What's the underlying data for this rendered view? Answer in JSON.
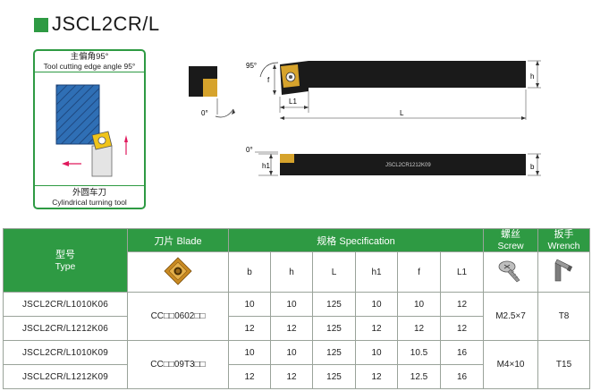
{
  "title": "JSCL2CR/L",
  "info_box": {
    "top_cn": "主偏角95°",
    "top_en": "Tool cutting edge angle 95°",
    "bottom_cn": "外圆车刀",
    "bottom_en": "Cylindrical turning tool"
  },
  "drawing": {
    "angle_95": "95°",
    "angle_0_side": "0°",
    "angle_0_bottom": "0°",
    "dim_f": "f",
    "dim_h": "h",
    "dim_l1": "L1",
    "dim_l": "L",
    "dim_h1": "h1",
    "dim_b": "b",
    "shank_marking": "JSCL2CR1212K09"
  },
  "table": {
    "headers": {
      "type_cn": "型号",
      "type_en": "Type",
      "blade": "刀片 Blade",
      "spec": "规格 Specification",
      "screw_cn": "螺丝",
      "screw_en": "Screw",
      "wrench_cn": "扳手",
      "wrench_en": "Wrench"
    },
    "columns": [
      "b",
      "h",
      "L",
      "h1",
      "f",
      "L1"
    ],
    "rows": [
      {
        "type": "JSCL2CR/L1010K06",
        "b": "10",
        "h": "10",
        "L": "125",
        "h1": "10",
        "f": "10",
        "L1": "12"
      },
      {
        "type": "JSCL2CR/L1212K06",
        "b": "12",
        "h": "12",
        "L": "125",
        "h1": "12",
        "f": "12",
        "L1": "12"
      },
      {
        "type": "JSCL2CR/L1010K09",
        "b": "10",
        "h": "10",
        "L": "125",
        "h1": "10",
        "f": "10.5",
        "L1": "16"
      },
      {
        "type": "JSCL2CR/L1212K09",
        "b": "12",
        "h": "12",
        "L": "125",
        "h1": "12",
        "f": "12.5",
        "L1": "16"
      }
    ],
    "groups": [
      {
        "blade": "CC□□0602□□",
        "screw": "M2.5×7",
        "wrench": "T8"
      },
      {
        "blade": "CC□□09T3□□",
        "screw": "M4×10",
        "wrench": "T15"
      }
    ]
  },
  "icons": {
    "blade_image": "insert-icon",
    "screw_image": "screw-icon",
    "wrench_image": "torx-wrench-icon"
  },
  "colors": {
    "accent_green": "#2e9a43",
    "insert_gold": "#d6a32c",
    "hatch_blue": "#2f6fb5"
  }
}
